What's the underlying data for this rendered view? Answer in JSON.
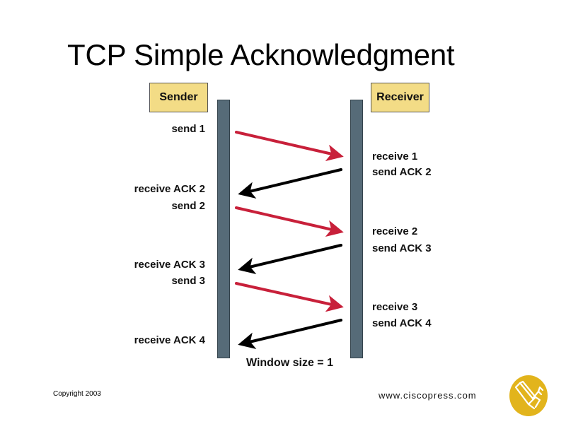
{
  "slide": {
    "title": "TCP Simple Acknowledgment",
    "footer": {
      "copyright": "Copyright 2003",
      "website": "www.ciscopress.com",
      "logo_icon": "ciscopress-book-logo-icon"
    }
  },
  "diagram": {
    "sender": {
      "label": "Sender"
    },
    "receiver": {
      "label": "Receiver"
    },
    "sender_events": [
      {
        "text": "send 1"
      },
      {
        "text": "receive ACK 2"
      },
      {
        "text": "send 2"
      },
      {
        "text": "receive ACK 3"
      },
      {
        "text": "send 3"
      },
      {
        "text": "receive ACK 4"
      }
    ],
    "receiver_events": [
      {
        "text": "receive 1"
      },
      {
        "text": "send ACK 2"
      },
      {
        "text": "receive 2"
      },
      {
        "text": "send ACK 3"
      },
      {
        "text": "receive 3"
      },
      {
        "text": "send ACK 4"
      }
    ],
    "messages": [
      {
        "from": "Sender",
        "to": "Receiver",
        "label": "send 1",
        "color": "#c8203a"
      },
      {
        "from": "Receiver",
        "to": "Sender",
        "label": "ACK 2",
        "color": "#000000"
      },
      {
        "from": "Sender",
        "to": "Receiver",
        "label": "send 2",
        "color": "#c8203a"
      },
      {
        "from": "Receiver",
        "to": "Sender",
        "label": "ACK 3",
        "color": "#000000"
      },
      {
        "from": "Sender",
        "to": "Receiver",
        "label": "send 3",
        "color": "#c8203a"
      },
      {
        "from": "Receiver",
        "to": "Sender",
        "label": "ACK 4",
        "color": "#000000"
      }
    ],
    "caption": "Window size = 1",
    "colors": {
      "header_box": "#f3dc86",
      "lifeline": "#566b78",
      "data_arrow": "#c8203a",
      "ack_arrow": "#000000",
      "logo": "#e2b41c"
    }
  }
}
